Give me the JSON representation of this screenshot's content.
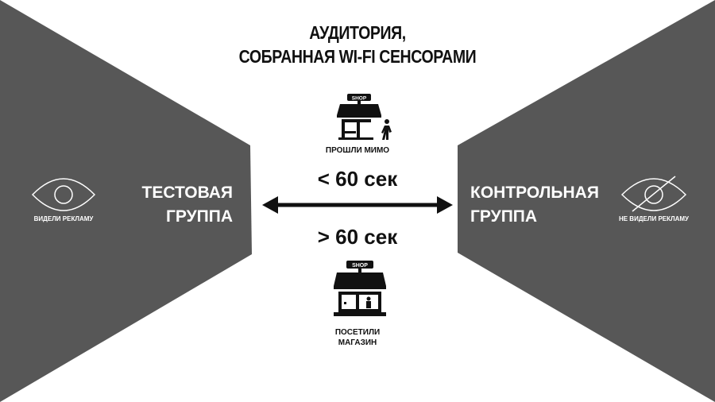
{
  "title": {
    "line1": "АУДИТОРИЯ,",
    "line2": "СОБРАННАЯ WI-FI СЕНСОРАМИ"
  },
  "left": {
    "group_line1": "ТЕСТОВАЯ",
    "group_line2": "ГРУППА",
    "icon_label": "ВИДЕЛИ РЕКЛАМУ"
  },
  "right": {
    "group_line1": "КОНТРОЛЬНАЯ",
    "group_line2": "ГРУППА",
    "icon_label": "НЕ ВИДЕЛИ РЕКЛАМУ"
  },
  "center": {
    "top_caption": "ПРОШЛИ МИМО",
    "less": "< 60 сек",
    "more": "> 60 сек",
    "bottom_caption_line1": "ПОСЕТИЛИ",
    "bottom_caption_line2": "МАГАЗИН",
    "shop_sign": "SHOP"
  },
  "colors": {
    "panel": "#575757",
    "text": "#111111"
  }
}
